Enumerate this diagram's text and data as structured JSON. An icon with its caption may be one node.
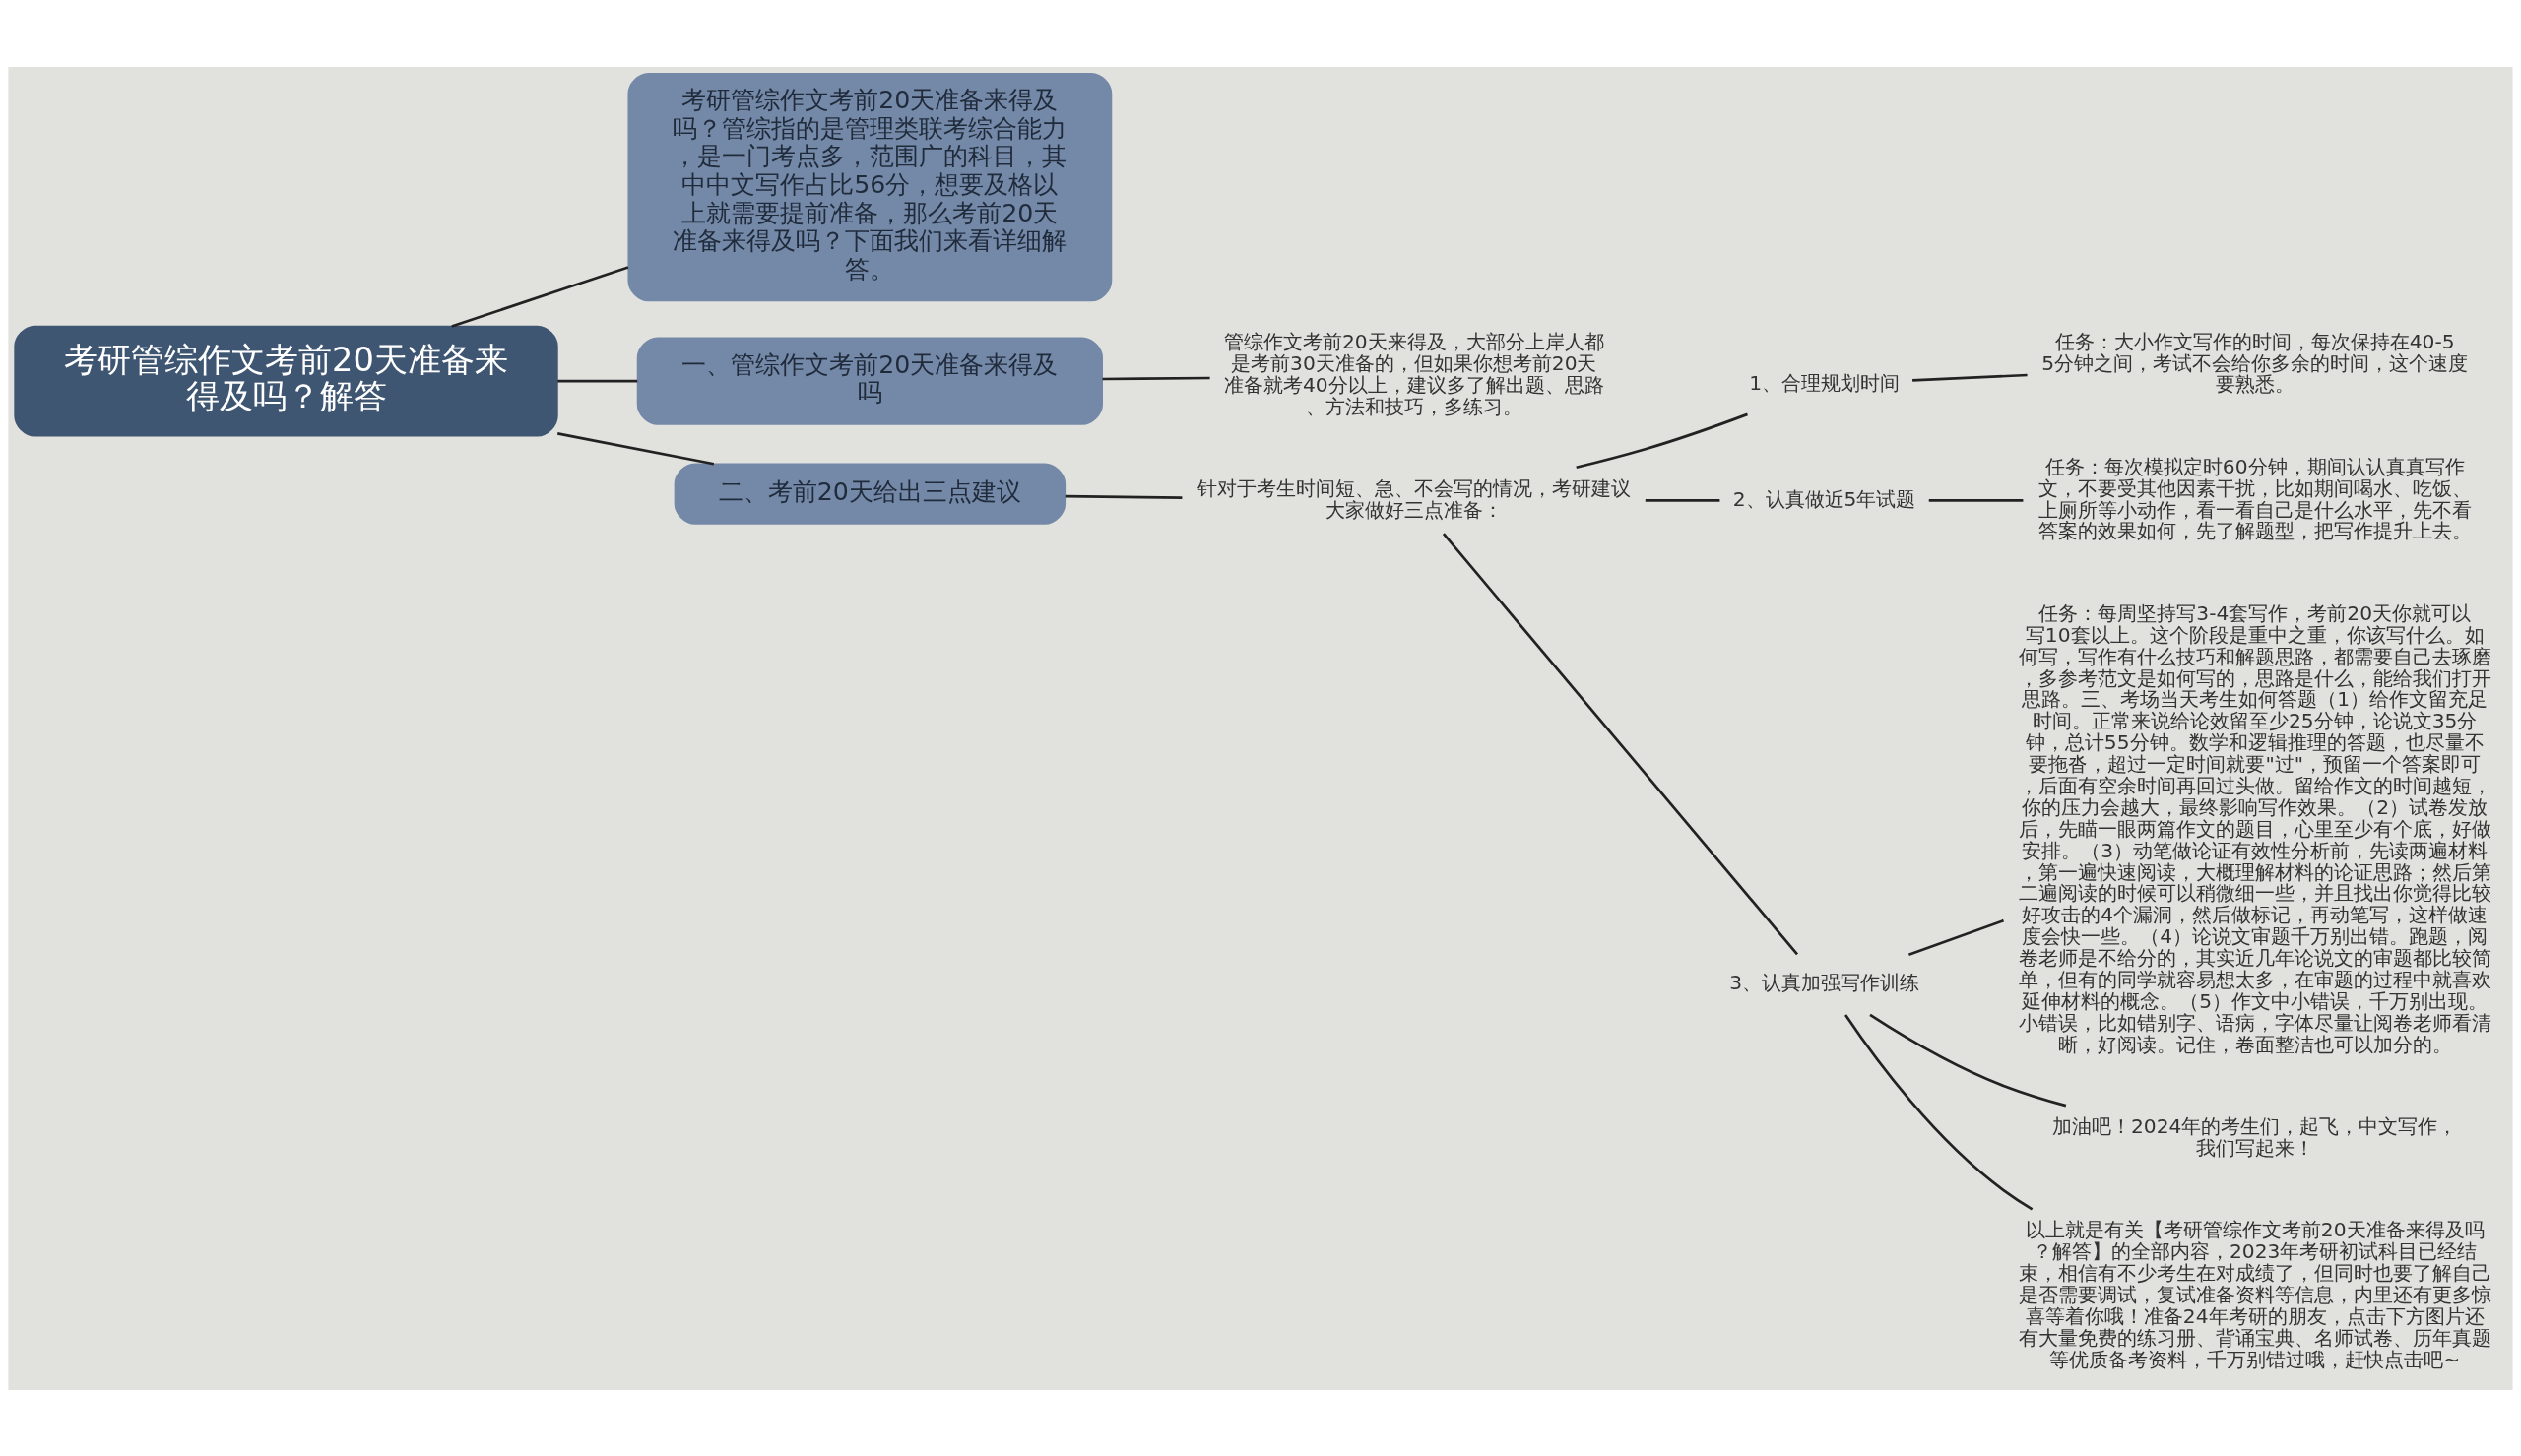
{
  "diagram": {
    "nodes": [
      {
        "text": [
          "考研管综作文考前20天准备来得及吗？解答"
        ]
      },
      {
        "text": [
          "考研管综作文考前20天准备来得及吗？管综指的是管理类联考综合能力，是一门考点多，范围广的科目，其中中文写作占比56分，想要及格以上就需要提前准备，那么考前20天准备来得及吗？下面我们来看详细解答。"
        ]
      },
      {
        "text": [
          "一、管综作文考前20天准备来得及吗"
        ]
      },
      {
        "text": [
          "管综作文考前20天来得及，大部分上岸人都是考前30天准备的，但如果你想考前20天准备就考40分以上，建议多了解出题、思路、方法和技巧，多练习。"
        ]
      },
      {
        "text": [
          "二、考前20天给出三点建议"
        ]
      },
      {
        "text": [
          "针对于考生时间短、急、不会写的情况，考研建议大家做好三点准备："
        ]
      },
      {
        "text": [
          "1、合理规划时间"
        ]
      },
      {
        "text": [
          "任务：大小作文写作的时间，每次保持在40-55分钟之间，考试不会给你多余的时间，这个速度要熟悉。"
        ]
      },
      {
        "text": [
          "2、认真做近5年试题"
        ]
      },
      {
        "text": [
          "任务：每次模拟定时60分钟，期间认认真真写作文，不要受其他因素干扰，比如期间喝水、吃饭、上厕所等小动作，看一看自己是什么水平，先不看答案的效果如何，先了解题型，把写作提升上去。"
        ]
      },
      {
        "text": [
          "3、认真加强写作训练"
        ]
      },
      {
        "text": [
          "任务：每周坚持写3-4套写作，考前20天你就可以写10套以上。这个阶段是重中之重，你该写什么。如何写，写作有什么技巧和解题思路，都需要自己去琢磨，多参考范文是如何写的，思路是什么，能给我们打开思路。三、考场当天考生如何答题（1）给作文留充足时间。正常来说给论效留至少25分钟，论说文35分钟，总计55分钟。数学和逻辑推理的答题，也尽量不要拖沓，超过一定时间就要\"过\"，预留一个答案即可，后面有空余时间再回过头做。留给作文的时间越短，你的压力会越大，最终影响写作效果。（2）试卷发放后，先瞄一眼两篇作文的题目，心里至少有个底，好做安排。（3）动笔做论证有效性分析前，先读两遍材料，第一遍快速阅读，大概理解材料的论证思路；然后第二遍阅读的时候可以稍微细一些，并且找出你觉得比较好攻击的4个漏洞，然后做标记，再动笔写，这样做速度会快一些。（4）论说文审题千万别出错。跑题，阅卷老师是不给分的，其实近几年论说文的审题都比较简单，但有的同学就容易想太多，在审题的过程中就喜欢延伸材料的概念。（5）作文中小错误，千万别出现。小错误，比如错别字、语病，字体尽量让阅卷老师看清晰，好阅读。记住，卷面整洁也可以加分的。"
        ]
      },
      {
        "text": [
          "加油吧！2024年的考生们，起飞，中文写作，我们写起来！"
        ]
      },
      {
        "text": [
          "以上就是有关【考研管综作文考前20天准备来得及吗？解答】的全部内容，2023年考研初试科目已经结束，相信有不少考生在对成绩了，但同时也要了解自己是否需要调试，复试准备资料等信息，内里还有更多惊喜等着你哦！准备24年考研的朋友，点击下方图片还有大量免费的练习册、背诵宝典、名师试卷、历年真题等优质备考资料，千万别错过哦，赶快点击吧~"
        ]
      }
    ],
    "edges": [
      {
        "from": 0,
        "to": 1,
        "arrow": "none"
      },
      {
        "from": 0,
        "to": 2,
        "arrow": "none"
      },
      {
        "from": 2,
        "to": 3,
        "arrow": "none"
      },
      {
        "from": 0,
        "to": 4,
        "arrow": "none"
      },
      {
        "from": 4,
        "to": 5,
        "arrow": "none"
      },
      {
        "from": 5,
        "to": 6,
        "arrow": "none"
      },
      {
        "from": 5,
        "to": 8,
        "arrow": "none"
      },
      {
        "from": 5,
        "to": 10,
        "arrow": "none"
      },
      {
        "from": 6,
        "to": 7,
        "arrow": "none"
      },
      {
        "from": 8,
        "to": 9,
        "arrow": "none"
      },
      {
        "from": 10,
        "to": 11,
        "arrow": "none"
      },
      {
        "from": 10,
        "to": 12,
        "arrow": "none"
      },
      {
        "from": 10,
        "to": 13,
        "arrow": "none"
      }
    ]
  }
}
